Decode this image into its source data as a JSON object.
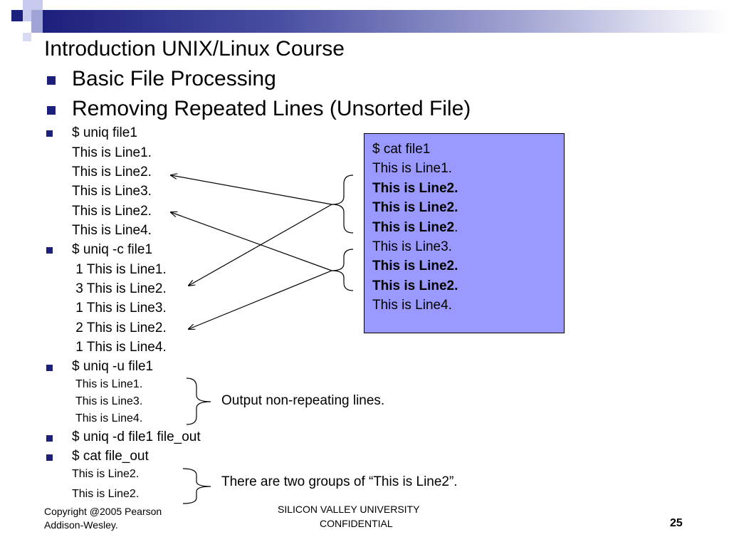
{
  "slide": {
    "title": "Introduction UNIX/Linux Course",
    "bullets_level1": [
      "Basic File Processing",
      "Removing Repeated Lines (Unsorted File)"
    ],
    "cmd1": {
      "command": "$ uniq file1",
      "output": [
        "This is Line1.",
        "This is Line2.",
        "This is Line3.",
        "This is Line2.",
        "This is Line4."
      ]
    },
    "cmd2": {
      "command": "$ uniq -c file1",
      "output": [
        " 1 This is Line1.",
        " 3 This is Line2.",
        " 1 This is Line3.",
        " 2 This is Line2.",
        " 1 This is Line4."
      ]
    },
    "cmd3": {
      "command": "$ uniq -u file1",
      "output": [
        "This is Line1.",
        "This is Line3.",
        "This is Line4."
      ],
      "note": "Output non-repeating lines."
    },
    "cmd4": {
      "command": "$ uniq -d file1 file_out"
    },
    "cmd5": {
      "command": "$ cat file_out",
      "output": [
        "This is Line2.",
        "This is Line2."
      ],
      "note": "There are two groups of “This is Line2”."
    },
    "catbox": {
      "lines": [
        {
          "text": "$ cat file1",
          "bold": false
        },
        {
          "text": "This is Line1.",
          "bold": false
        },
        {
          "text": "This is Line2.",
          "bold": true
        },
        {
          "text": "This is Line2.",
          "bold": true
        },
        {
          "text": "This is Line2",
          "bold": true,
          "suffix": "."
        },
        {
          "text": "This is Line3.",
          "bold": false
        },
        {
          "text": "This is Line2.",
          "bold": true
        },
        {
          "text": "This is Line2.",
          "bold": true
        },
        {
          "text": "This is Line4.",
          "bold": false
        }
      ],
      "background": "#9999ff"
    },
    "footer": {
      "left": [
        "Copyright @2005 Pearson",
        "Addison-Wesley."
      ],
      "center": [
        "SILICON VALLEY UNIVERSITY",
        "CONFIDENTIAL"
      ],
      "page_number": "25"
    },
    "colors": {
      "accent": "#1d1f7c"
    }
  }
}
